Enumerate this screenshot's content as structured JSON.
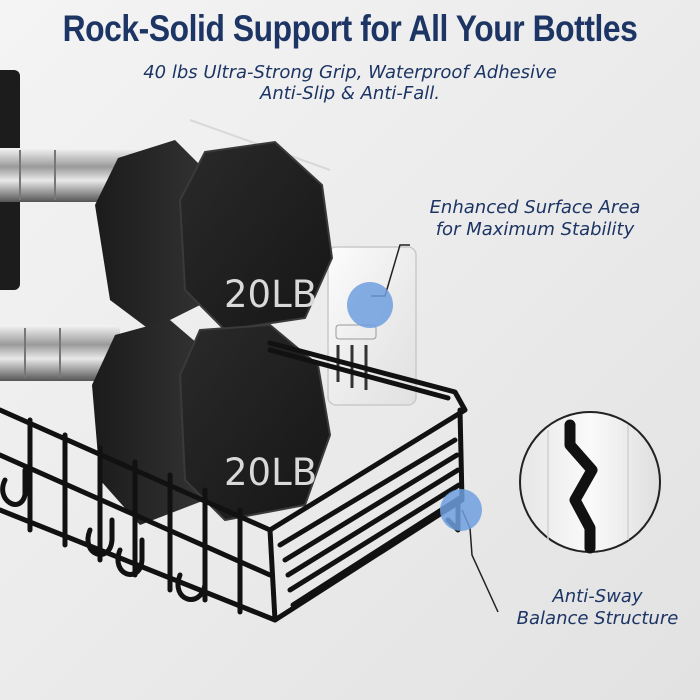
{
  "headline": "Rock-Solid Support for All Your Bottles",
  "subheadline": {
    "line1": "40 lbs Ultra-Strong Grip, Waterproof Adhesive",
    "line2": "Anti-Slip & Anti-Fall."
  },
  "callouts": {
    "surface": {
      "line1": "Enhanced Surface Area",
      "line2": "for Maximum Stability"
    },
    "sway": {
      "line1": "Anti-Sway",
      "line2": "Balance Structure"
    }
  },
  "dumbbells": {
    "top_label": "20LB",
    "bottom_label": "20LB"
  },
  "colors": {
    "title": "#1d3564",
    "marker": "#6f9fdf",
    "metal": "#111111"
  }
}
